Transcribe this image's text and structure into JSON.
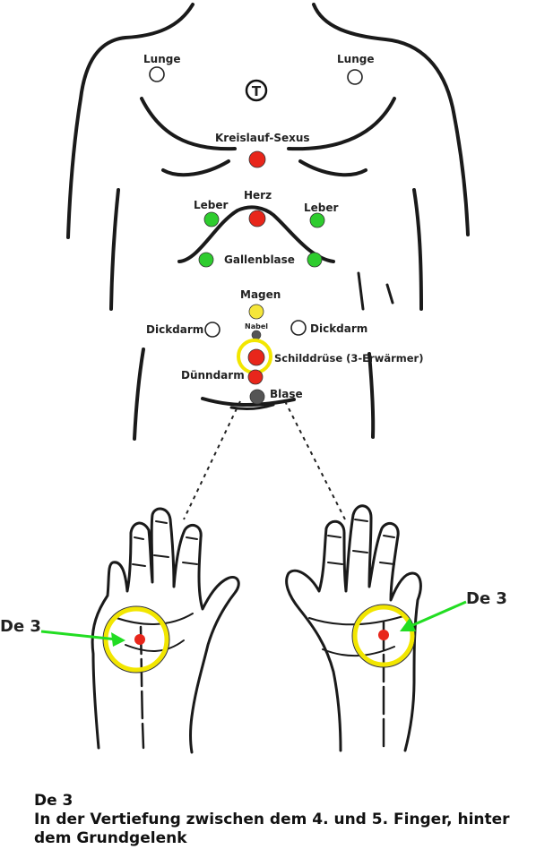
{
  "body_points": {
    "lunge": "Lunge",
    "t_symbol": "T",
    "kreislauf_sexus": "Kreislauf-Sexus",
    "herz": "Herz",
    "leber": "Leber",
    "gallenblase": "Gallenblase",
    "magen": "Magen",
    "nabel": "Nabel",
    "dickdarm": "Dickdarm",
    "schilddruese": "Schilddrüse (3-Erwärmer)",
    "duenndarm": "Dünndarm",
    "blase": "Blase"
  },
  "hand_points": {
    "left_label": "De 3",
    "right_label": "De 3"
  },
  "caption": {
    "title": "De 3",
    "line1": "In der Vertiefung zwischen dem 4. und 5. Finger, hinter",
    "line2": "dem Grundgelenk"
  },
  "colors": {
    "red_point": "#e8261b",
    "green_point": "#2ecc2e",
    "yellow_point": "#f5e63a",
    "gray_point": "#555555",
    "highlight_ring": "#f2e600",
    "arrow_green": "#22dd22",
    "outline": "#1a1a1a"
  }
}
